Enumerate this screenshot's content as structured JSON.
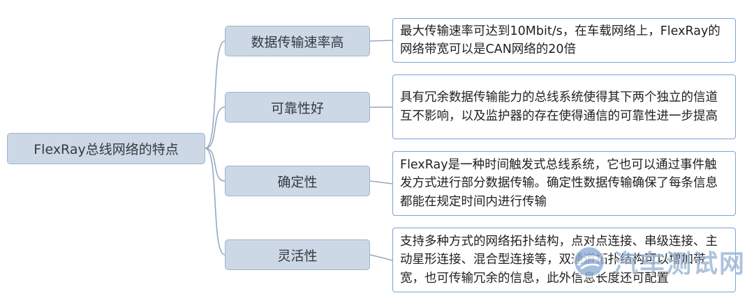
{
  "diagram": {
    "root": {
      "label": "FlexRay总线网络的特点"
    },
    "branches": [
      {
        "label": "数据传输速率高",
        "description": "最大传输速率可达到10Mbit/s，在车载网络上，FlexRay的网络带宽可以是CAN网络的20倍"
      },
      {
        "label": "可靠性好",
        "description": "具有冗余数据传输能力的总线系统使得其下两个独立的信道互不影响，以及监护器的存在使得通信的可靠性进一步提高"
      },
      {
        "label": "确定性",
        "description": "FlexRay是一种时间触发式总线系统，它也可以通过事件触发方式进行部分数据传输。确定性数据传输确保了每条信息都能在规定时间内进行传输"
      },
      {
        "label": "灵活性",
        "description": "支持多种方式的网络拓扑结构，点对点连接、串级连接、主动星形连接、混合型连接等，双通道拓扑结构可以增加带宽，也可传输冗余的信息，此外信息长度还可配置"
      }
    ],
    "colors": {
      "node_fill": "#ccd8e6",
      "node_border": "#a0b5cc",
      "detail_border": "#7ba3d4",
      "connector": "#93a9c2",
      "watermark": "#9cb6d6"
    }
  },
  "watermark": {
    "text": "汽车测试网"
  }
}
